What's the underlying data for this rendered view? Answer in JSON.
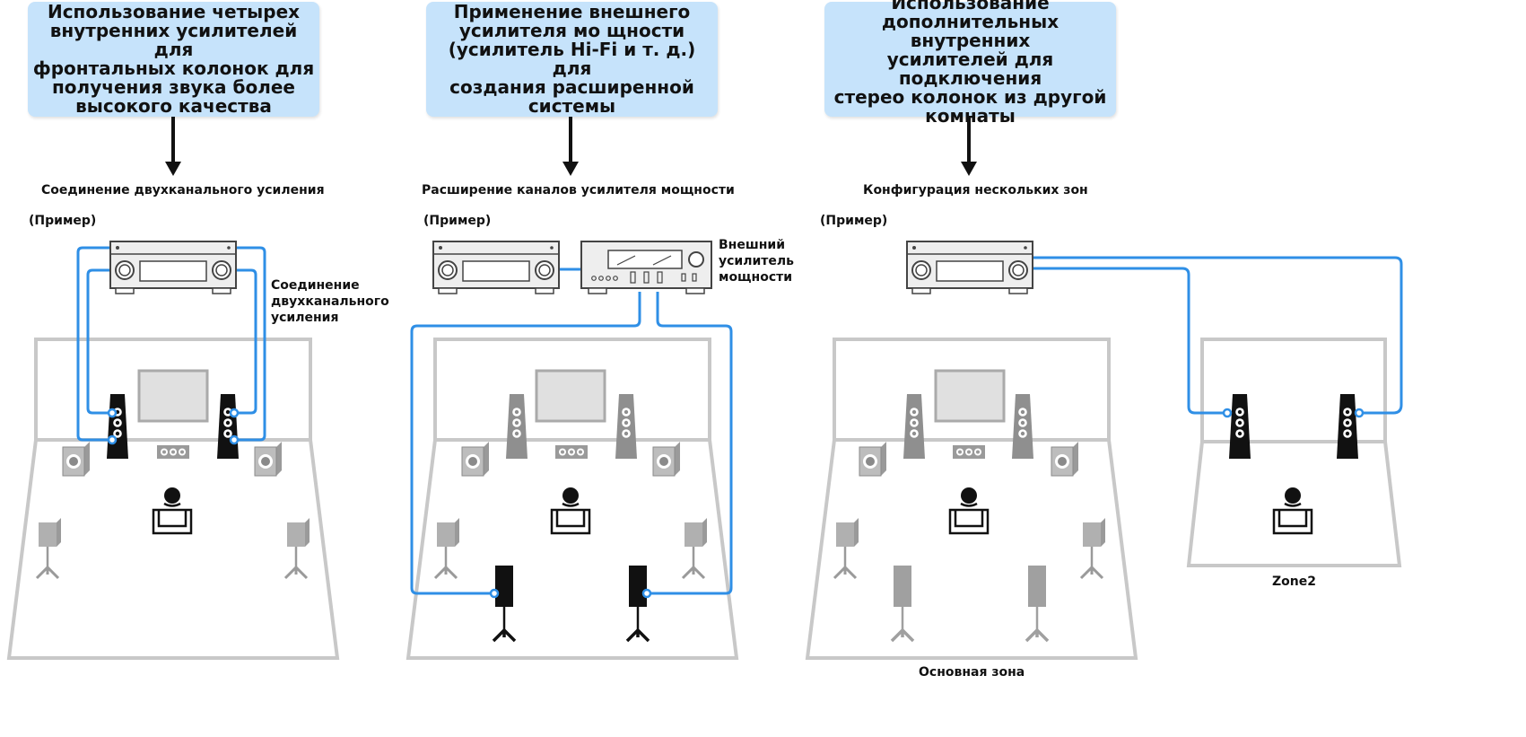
{
  "panels": [
    {
      "heading": "Использование четырех\nвнутренних усилителей для\nфронтальных колонок для\nполучения звука более\nвысокого качества",
      "connection": "Соединение двухканального усиления",
      "example": "(Пример)",
      "side_label": "Соединение\nдвухканального\nусиления"
    },
    {
      "heading": "Применение внешнего\nусилителя мо щности\n(усилитель Hi-Fi и т. д.) для\nсоздания расширенной\nсистемы",
      "connection": "Расширение каналов усилителя мощности",
      "example": "(Пример)",
      "side_label": "Внешний\nусилитель\nмощности"
    },
    {
      "heading": "Использование\nдополнительных внутренних\nусилителей для подключения\nстерео колонок из другой\nкомнаты",
      "connection": "Конфигурация нескольких зон",
      "example": "(Пример)",
      "main_zone": "Основная зона",
      "zone2": "Zone2"
    }
  ],
  "colors": {
    "box": "#c6e3fb",
    "cable": "#2f8fe6",
    "room": "#c8c8c8",
    "device": "#444444",
    "inactive_speaker": "#8f8f8f",
    "active_speaker": "#111111"
  }
}
